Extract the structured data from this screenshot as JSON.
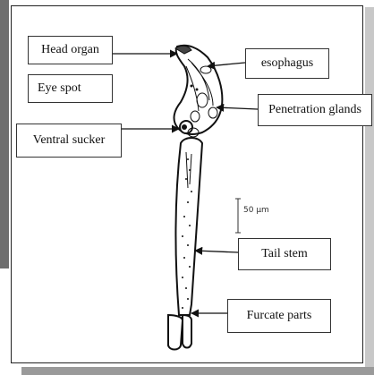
{
  "labels": {
    "head_organ": "Head organ",
    "eye_spot": "Eye spot",
    "ventral_sucker": "Ventral sucker",
    "esophagus": "esophagus",
    "penetration_glands": "Penetration glands",
    "tail_stem": "Tail stem",
    "furcate_parts": "Furcate parts"
  },
  "scale_bar": {
    "text": "50 µm"
  }
}
